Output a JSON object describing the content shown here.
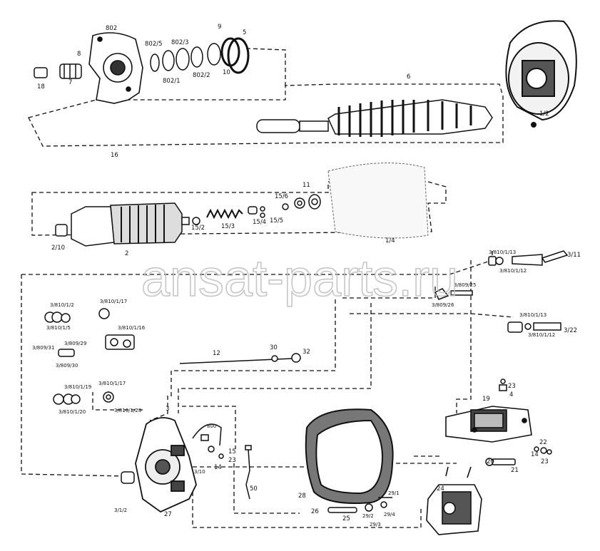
{
  "watermark": "ansat-parts.ru",
  "colors": {
    "ink": "#111111",
    "watermark": "#c8c8c8",
    "paper": "#ffffff"
  },
  "labels": {
    "p802": "802",
    "p8": "8",
    "p18": "18",
    "p7": "7",
    "p802_5": "802/5",
    "p802_3": "802/3",
    "p9": "9",
    "p5": "5",
    "p802_2": "802/2",
    "p802_1": "802/1",
    "p10": "10",
    "p6": "6",
    "p16": "16",
    "p1_2": "1/2",
    "p11": "11",
    "p15_6": "15/6",
    "p15_5": "15/5",
    "p15_4": "15/4",
    "p15_3": "15/3",
    "p15_2": "15/2",
    "p2_10": "2/10",
    "p2": "2",
    "p1_4": "1/4",
    "p3_810_1_13a": "3/810/1/13",
    "p3_11": "3/11",
    "p3_810_1_12a": "3/810/1/12",
    "p3_809_25": "3/809/25",
    "p3_809_26": "3/809/26",
    "p3_810_1_13b": "3/810/1/13",
    "p3_22": "3/22",
    "p3_810_1_12b": "3/810/1/12",
    "p3_810_1_2": "3/810/1/2",
    "p3_810_1_17a": "3/810/1/17",
    "p3_810_1_5": "3/810/1/5",
    "p3_810_1_16": "3/810/1/16",
    "p3_809_31": "3/809/31",
    "p3_809_29": "3/809/29",
    "p3_809_30": "3/809/30",
    "p3_810_1_19": "3/810/1/19",
    "p3_810_1_17b": "3/810/1/17",
    "p3_810_1_20": "3/810/1/20",
    "p3_810_1_23": "3/810/1/23",
    "p12": "12",
    "p30": "30",
    "p32": "32",
    "p23a": "23",
    "p4": "4",
    "p19": "19",
    "p22": "22",
    "p14": "14",
    "p23b": "23",
    "p20": "20",
    "p21": "21",
    "p3": "3",
    "p800": "800",
    "p15": "15",
    "p23c": "23",
    "p14b": "14",
    "p3_10": "3/10",
    "p50": "50",
    "p28": "28",
    "p3_1_2": "3/1/2",
    "p27": "27",
    "p26": "26",
    "p25": "25",
    "p29_1": "29/1",
    "p29_2": "29/2",
    "p29_4": "29/4",
    "p29_3": "29/3",
    "p24": "24"
  }
}
